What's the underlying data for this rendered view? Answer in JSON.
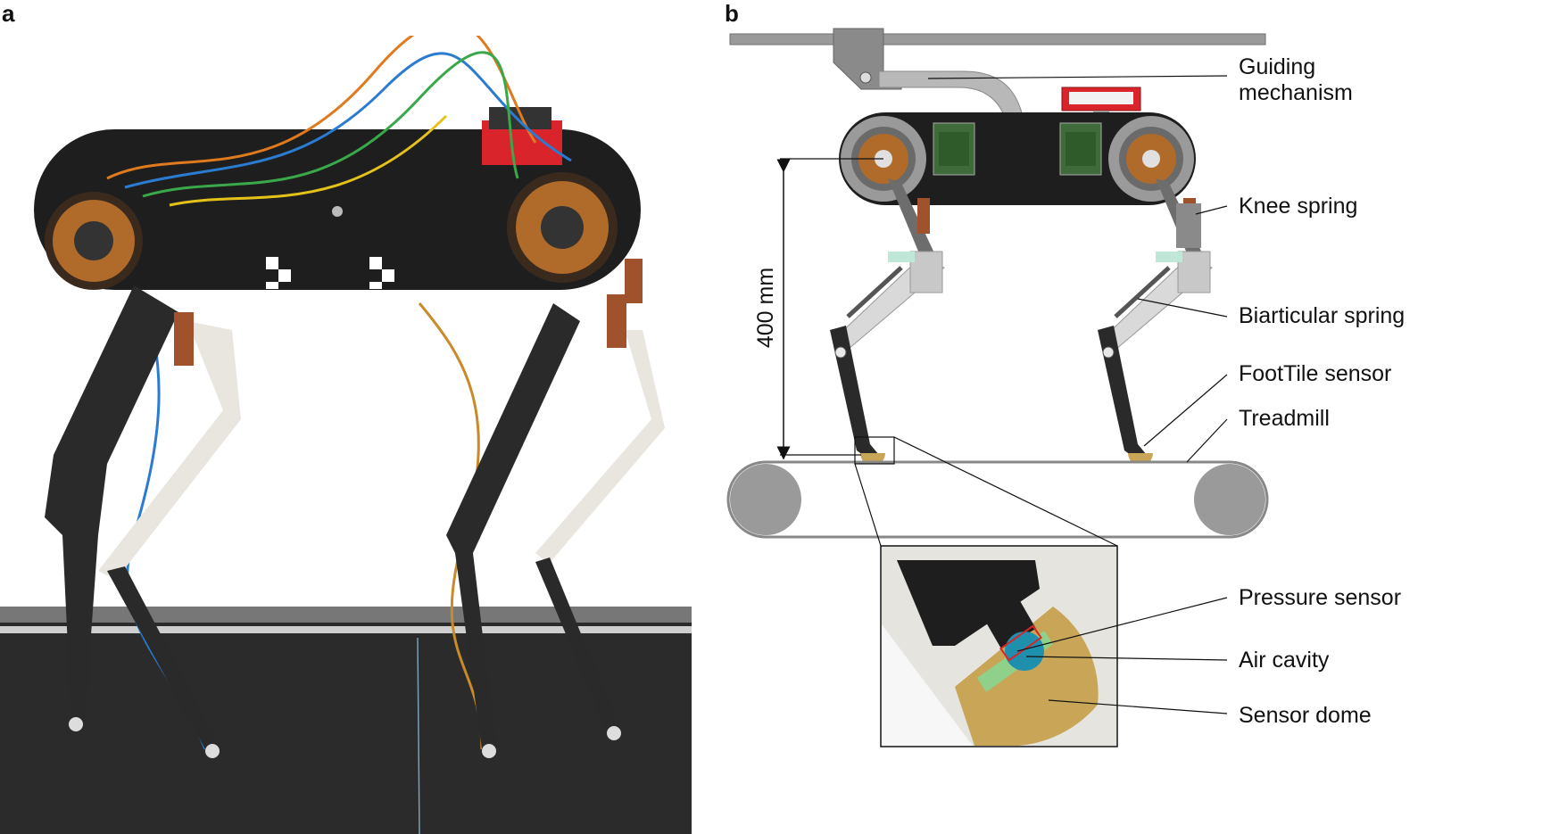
{
  "panels": {
    "a": {
      "label": "a"
    },
    "b": {
      "label": "b"
    }
  },
  "callouts": {
    "guiding_mechanism_1": "Guiding",
    "guiding_mechanism_2": "mechanism",
    "knee_spring": "Knee spring",
    "biarticular_spring": "Biarticular spring",
    "foottile_sensor": "FootTile sensor",
    "treadmill": "Treadmill",
    "pressure_sensor": "Pressure sensor",
    "air_cavity": "Air cavity",
    "sensor_dome": "Sensor dome"
  },
  "dimension": {
    "height_label": "400 mm"
  },
  "colors": {
    "carbon_body": "#1e1e1e",
    "motor_copper": "#b06a2a",
    "spring_brown": "#a0522d",
    "frame_grey": "#8a8a8a",
    "leg_light": "#d9d9d9",
    "dome_tan": "#c9a557",
    "air_cavity_blue": "#1f8fae",
    "pressure_sensor_green": "#8fd18a",
    "electronics_red": "#d9242b",
    "treadmill_belt": "#2a2a2a"
  }
}
